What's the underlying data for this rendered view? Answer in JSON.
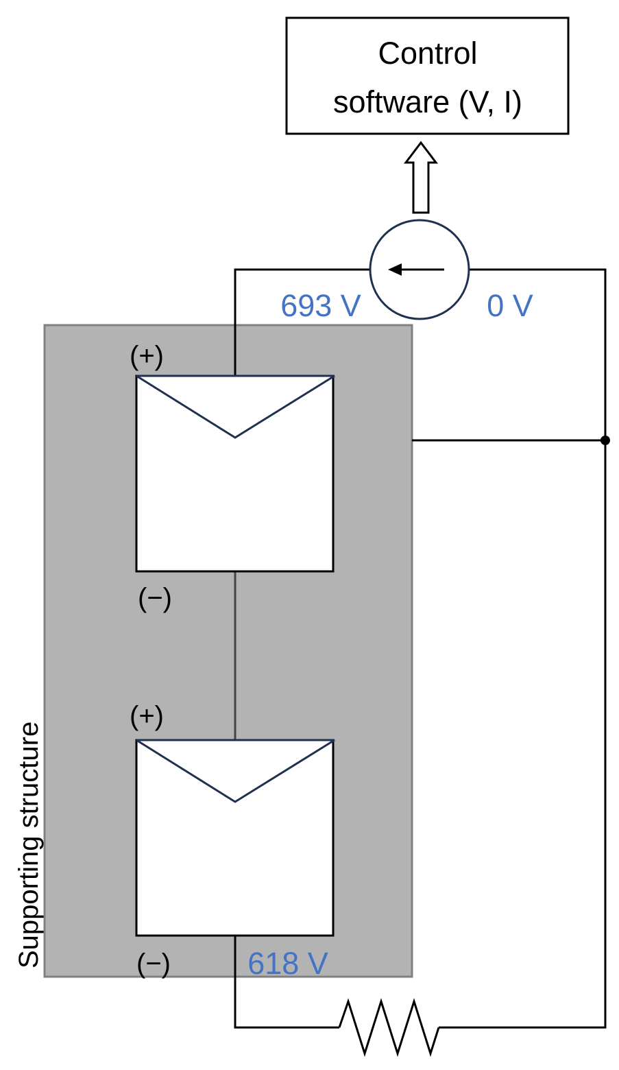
{
  "control_box": {
    "line1": "Control",
    "line2": "software (V, I)"
  },
  "voltages": {
    "left_of_source": "693 V",
    "right_of_source": "0 V",
    "bottom_module": "618 V"
  },
  "terminals": {
    "top_module_plus": "(+)",
    "top_module_minus": "(−)",
    "bottom_module_plus": "(+)",
    "bottom_module_minus": "(−)"
  },
  "structure_label": "Supporting structure",
  "colors": {
    "structure_fill": "#b3b3b3",
    "structure_border": "#808080",
    "voltage_text": "#4472c4",
    "module_outline": "#1f3050",
    "wire": "#000000"
  }
}
